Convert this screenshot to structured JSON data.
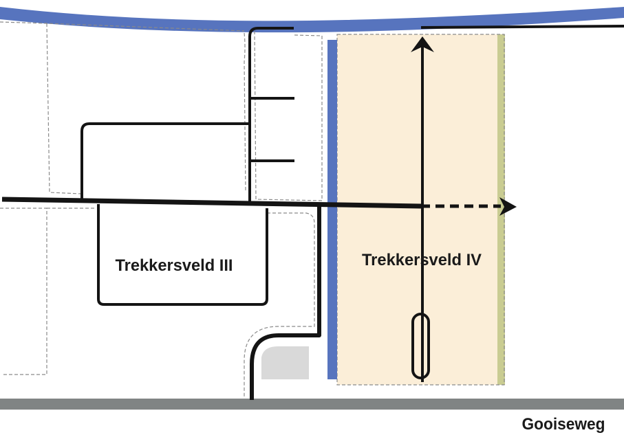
{
  "map": {
    "labels": {
      "field_3": "Trekkersveld III",
      "field_4": "Trekkersveld IV",
      "road": "Gooiseweg"
    },
    "colors": {
      "water": "#5774be",
      "road": "#808484",
      "new_field_fill": "#fbeed8",
      "hedge": "#c9cc92",
      "paved_area": "#d9d9d9",
      "path": "#141414",
      "parcel_outline": "#8a8a8a"
    },
    "icons": {
      "route_arrow_north": "arrow-up-icon",
      "route_arrow_east": "arrow-right-icon"
    }
  }
}
